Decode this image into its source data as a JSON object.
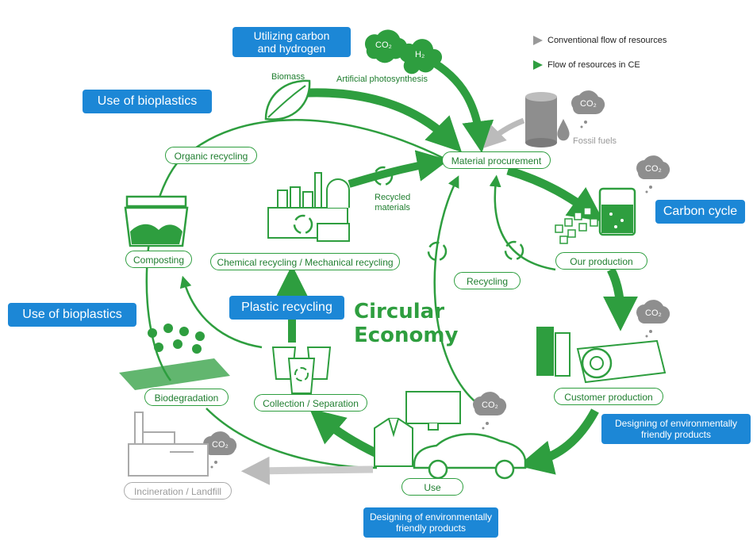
{
  "legend": {
    "conventional": "Conventional flow of resources",
    "circular": "Flow of resources in CE",
    "colors": {
      "conventional": "#aaaaaa",
      "circular": "#2e9e3f"
    }
  },
  "title": {
    "line1": "Circular",
    "line2": "Economy"
  },
  "blue_boxes": {
    "utilizing_line1": "Utilizing carbon",
    "utilizing_line2": "and hydrogen",
    "bioplastics_top": "Use of bioplastics",
    "bioplastics_left": "Use of bioplastics",
    "plastic_recycling": "Plastic recycling",
    "carbon_cycle": "Carbon cycle",
    "design_right_line1": "Designing of environmentally",
    "design_right_line2": "friendly products",
    "design_bottom_line1": "Designing of environmentally",
    "design_bottom_line2": "friendly products",
    "color": "#1c87d6"
  },
  "nodes": {
    "material_procurement": "Material procurement",
    "our_production": "Our production",
    "customer_production": "Customer production",
    "use": "Use",
    "collection_separation": "Collection / Separation",
    "biodegradation": "Biodegradation",
    "composting": "Composting",
    "organic_recycling": "Organic recycling",
    "chemical_mechanical": "Chemical recycling / Mechanical recycling",
    "recycling": "Recycling",
    "incineration": "Incineration / Landfill"
  },
  "labels": {
    "biomass": "Biomass",
    "artificial_photosynthesis": "Artificial photosynthesis",
    "recycled_line1": "Recycled",
    "recycled_line2": "materials",
    "fossil_fuels": "Fossil fuels",
    "co2": "CO₂",
    "h2": "H₂"
  },
  "icons": [
    "leaf-icon",
    "co2-cloud-icon",
    "h2-cloud-icon",
    "oil-barrel-icon",
    "factory-icon",
    "recycle-arrows-icon",
    "beaker-icon",
    "film-rolls-icon",
    "car-icon",
    "suit-icon",
    "tv-icon",
    "recycle-bins-icon",
    "compost-bin-icon",
    "sprouts-icon",
    "incinerator-icon"
  ]
}
